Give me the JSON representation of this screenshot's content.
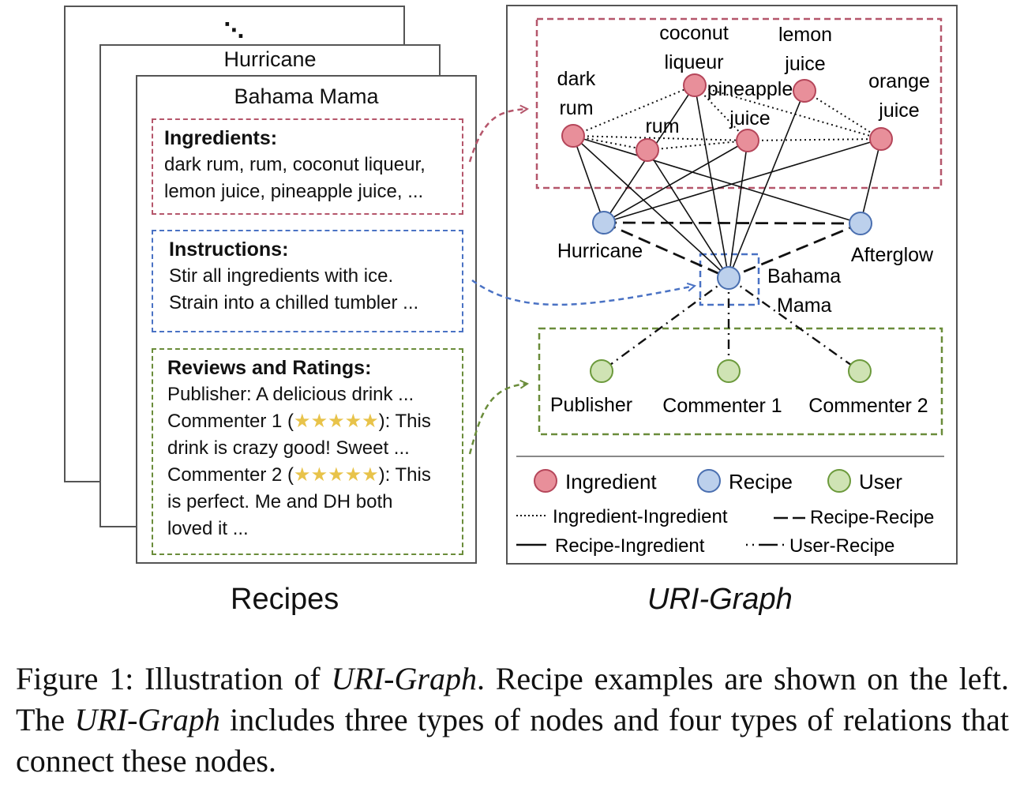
{
  "recipes": {
    "ellipsis": "⋱",
    "back_card_title": "Hurricane",
    "front_card_title": "Bahama Mama",
    "ingredients": {
      "heading": "Ingredients:",
      "lines": [
        "dark rum, rum, coconut liqueur,",
        "lemon juice, pineapple juice, ..."
      ]
    },
    "instructions": {
      "heading": "Instructions:",
      "lines": [
        "Stir all ingredients with ice.",
        "Strain into a chilled tumbler ..."
      ]
    },
    "reviews": {
      "heading": "Reviews and Ratings:",
      "line1": "Publisher: A delicious drink ...",
      "line2_pre": "Commenter 1 (",
      "line2_stars": "★★★★★",
      "line2_post": "): This",
      "line3": "drink is crazy good! Sweet ...",
      "line4_pre": "Commenter 2 (",
      "line4_stars": "★★★★★",
      "line4_post": "): This",
      "line5": "is perfect. Me and DH both",
      "line6": "loved it ..."
    },
    "label": "Recipes"
  },
  "graph": {
    "ingredient_nodes": [
      {
        "id": "dark_rum",
        "label_lines": [
          "dark",
          "rum"
        ]
      },
      {
        "id": "coconut_liqueur",
        "label_lines": [
          "coconut",
          "liqueur"
        ]
      },
      {
        "id": "lemon_juice",
        "label_lines": [
          "lemon",
          "juice"
        ]
      },
      {
        "id": "orange_juice",
        "label_lines": [
          "orange",
          "juice"
        ]
      },
      {
        "id": "rum",
        "label_lines": [
          "rum"
        ]
      },
      {
        "id": "pineapple_juice",
        "label_lines": [
          "pineapple",
          "juice"
        ]
      }
    ],
    "recipe_nodes": [
      {
        "id": "hurricane",
        "label_lines": [
          "Hurricane"
        ]
      },
      {
        "id": "afterglow",
        "label_lines": [
          "Afterglow"
        ]
      },
      {
        "id": "bahama_mama",
        "label_lines": [
          "Bahama",
          "Mama"
        ]
      }
    ],
    "user_nodes": [
      {
        "id": "publisher",
        "label_lines": [
          "Publisher"
        ]
      },
      {
        "id": "commenter1",
        "label_lines": [
          "Commenter 1"
        ]
      },
      {
        "id": "commenter2",
        "label_lines": [
          "Commenter 2"
        ]
      }
    ],
    "legend": {
      "ingredient": "Ingredient",
      "recipe": "Recipe",
      "user": "User",
      "ingredient_ingredient": "Ingredient-Ingredient",
      "recipe_recipe": "Recipe-Recipe",
      "recipe_ingredient": "Recipe-Ingredient",
      "user_recipe": "User-Recipe"
    },
    "label": "URI-Graph"
  },
  "colors": {
    "ingredient_fill": "#e88f9a",
    "ingredient_stroke": "#b5465a",
    "recipe_fill": "#bcd0ec",
    "recipe_stroke": "#4a6fb0",
    "user_fill": "#cfe3b4",
    "user_stroke": "#6c9a3c",
    "ingredient_box": "#b5566b",
    "recipe_box": "#4a72c4",
    "user_box": "#6a8c3a"
  },
  "caption": {
    "prefix": "Figure 1: Illustration of ",
    "italic1": "URI-Graph",
    "mid": ". Recipe examples are shown on the left. The ",
    "italic2": "URI-Graph",
    "suffix": " includes three types of nodes and four types of relations that connect these nodes."
  }
}
